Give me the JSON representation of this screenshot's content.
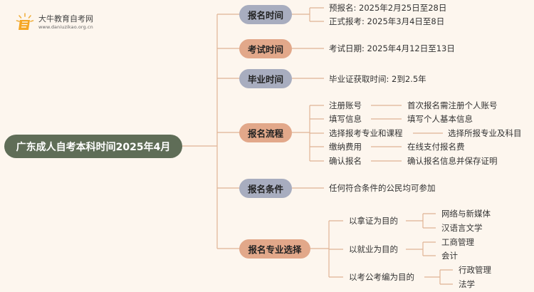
{
  "logo": {
    "name": "大牛教育自考网",
    "url": "www.daniuzikao.org.cn"
  },
  "root": "广东成人自考本科时间2025年4月",
  "branches": [
    {
      "label": "报名时间",
      "leaves": [
        "预报名: 2025年2月25日至28日",
        "正式报考: 2025年3月4日至8日"
      ]
    },
    {
      "label": "考试时间",
      "leaves": [
        "考试日期: 2025年4月12日至13日"
      ]
    },
    {
      "label": "毕业时间",
      "leaves": [
        "毕业证获取时间: 2到2.5年"
      ]
    },
    {
      "label": "报名流程",
      "steps": [
        {
          "name": "注册账号",
          "desc": "首次报名需注册个人账号"
        },
        {
          "name": "填写信息",
          "desc": "填写个人基本信息"
        },
        {
          "name": "选择报考专业和课程",
          "desc": "选择所报专业及科目"
        },
        {
          "name": "缴纳费用",
          "desc": "在线支付报名费"
        },
        {
          "name": "确认报名",
          "desc": "确认报名信息并保存证明"
        }
      ]
    },
    {
      "label": "报名条件",
      "leaves": [
        "任何符合条件的公民均可参加"
      ]
    },
    {
      "label": "报名专业选择",
      "groups": [
        {
          "name": "以拿证为目的",
          "majors": [
            "网络与新媒体",
            "汉语言文学"
          ]
        },
        {
          "name": "以就业为目的",
          "majors": [
            "工商管理",
            "会计"
          ]
        },
        {
          "name": "以考公考编为目的",
          "majors": [
            "行政管理",
            "法学"
          ]
        }
      ]
    }
  ],
  "colors": {
    "background": "#fdf6ee",
    "root": "#5f6d57",
    "branch_gray": "#a8adbf",
    "branch_tan": "#e2a88a",
    "line": "#e0b494"
  }
}
